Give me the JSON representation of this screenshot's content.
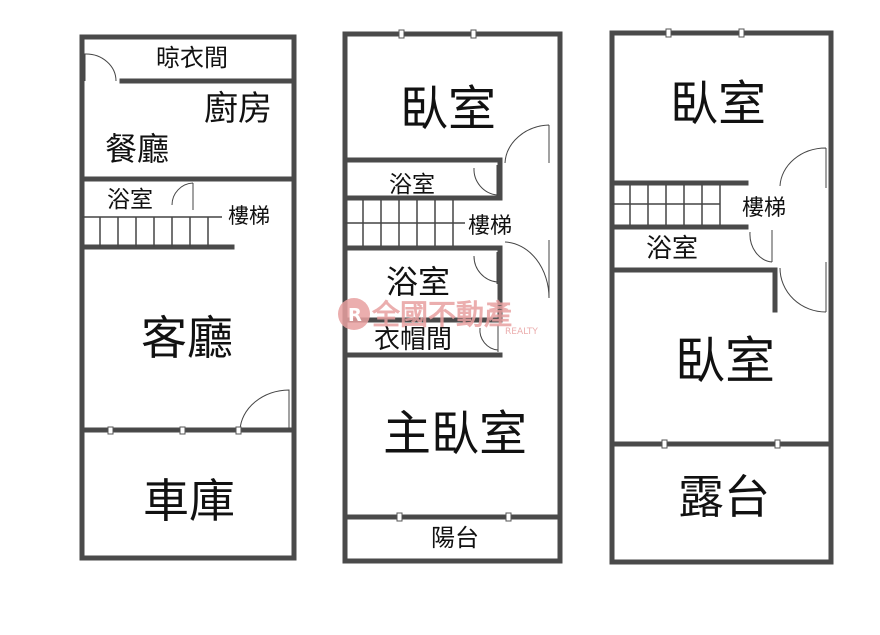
{
  "floors": {
    "first": {
      "laundry": "晾衣間",
      "kitchen": "廚房",
      "dining": "餐廳",
      "bath": "浴室",
      "stairs": "樓梯",
      "living": "客廳",
      "garage": "車庫"
    },
    "second": {
      "bedroom": "臥室",
      "bath_top": "浴室",
      "stairs": "樓梯",
      "bath_bottom": "浴室",
      "closet": "衣帽間",
      "master": "主臥室",
      "balcony": "陽台"
    },
    "third": {
      "bedroom_top": "臥室",
      "stairs": "樓梯",
      "bath": "浴室",
      "bedroom_bottom": "臥室",
      "terrace": "露台"
    }
  },
  "watermark": {
    "brand": "全國不動產",
    "sub": "REALTY",
    "color": "#e8a0a0"
  }
}
